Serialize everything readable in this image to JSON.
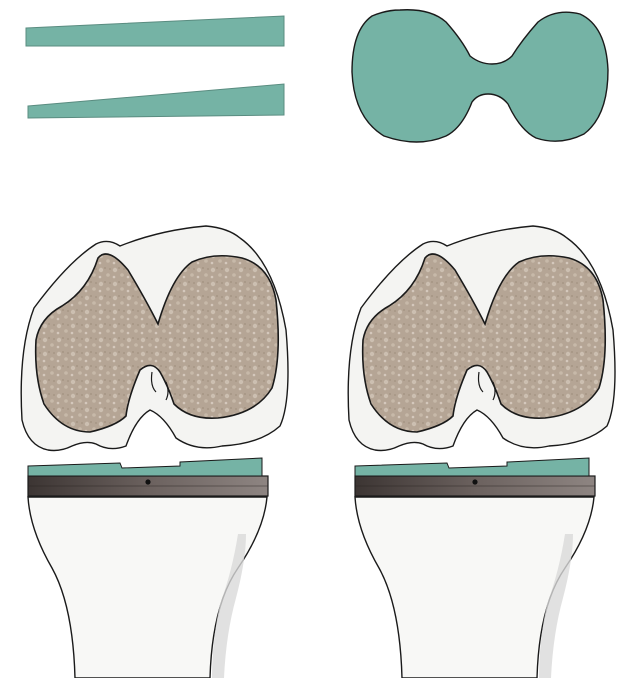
{
  "colors": {
    "background": "#ffffff",
    "insert_green": "#75b3a5",
    "bone_white": "#f7f7f5",
    "cancellous_bone": "#b8a898",
    "tibial_tray": "#5a5250",
    "outline": "#1a1a1a",
    "shaft_shadow": "#d9d9d9"
  },
  "components": [
    {
      "id": "wedge-spacer-upper",
      "kind": "tapered wedge spacer"
    },
    {
      "id": "wedge-spacer-lower",
      "kind": "tapered wedge spacer"
    },
    {
      "id": "tibial-insert-outline",
      "kind": "bilobed insert top view"
    },
    {
      "id": "knee-left",
      "kind": "knee model with femur, tibial tray and insert"
    },
    {
      "id": "knee-right",
      "kind": "knee model with femur, tibial tray and insert"
    }
  ]
}
